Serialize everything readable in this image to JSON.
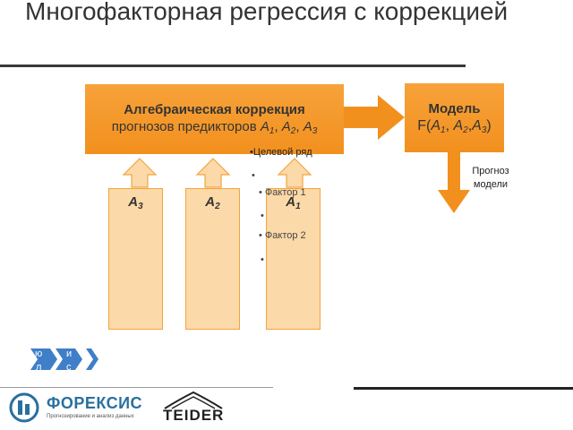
{
  "title": "Многофакторная регрессия с коррекцией",
  "correction_box": {
    "line1": "Алгебраическая коррекция",
    "line2": "прогнозов предикторов",
    "predictors": [
      {
        "base": "A",
        "sub": "1"
      },
      {
        "base": "A",
        "sub": "2"
      },
      {
        "base": "A",
        "sub": "3"
      }
    ]
  },
  "model_box": {
    "title": "Модель",
    "func": "F",
    "args": [
      {
        "base": "A",
        "sub": "1"
      },
      {
        "base": "A",
        "sub": "2"
      },
      {
        "base": "A",
        "sub": "3"
      }
    ]
  },
  "forecast_label_line1": "Прогноз",
  "forecast_label_line2": "модели",
  "columns": [
    {
      "base": "A",
      "sub": "3"
    },
    {
      "base": "A",
      "sub": "2"
    },
    {
      "base": "A",
      "sub": "1"
    }
  ],
  "list_items": {
    "target": "Целевой ряд",
    "factor1": "Фактор 1",
    "factor2": "Фактор 2"
  },
  "nav_fragments": [
    "ю",
    "и",
    "л",
    "с"
  ],
  "logos": {
    "forexis_name": "ФОРЕКСИС",
    "forexis_tagline": "Прогнозирование и анализ данных",
    "teider_name": "TEIDER"
  },
  "colors": {
    "orange": "#f2901e",
    "column_fill": "#fcd9a8",
    "nav_blue": "#3f7fc8",
    "forexis_blue": "#2a6f9e"
  }
}
